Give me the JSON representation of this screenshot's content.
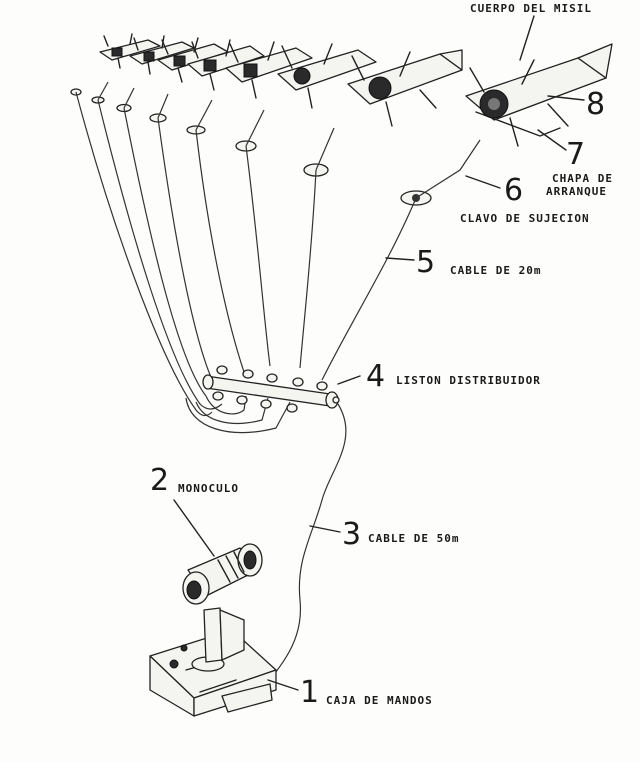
{
  "labels": {
    "cuerpo": "CUERPO DEL MISIL",
    "l1_num": "1",
    "l1_text": "CAJA DE MANDOS",
    "l2_num": "2",
    "l2_text": "MONOCULO",
    "l3_num": "3",
    "l3_text": "CABLE DE 50m",
    "l4_num": "4",
    "l4_text": "LISTON DISTRIBUIDOR",
    "l5_num": "5",
    "l5_text": "CABLE DE 20m",
    "l6_num": "6",
    "l6_text": "CLAVO DE SUJECION",
    "l7_num": "7",
    "l7_text1": "CHAPA DE",
    "l7_text2": "ARRANQUE",
    "l8_num": "8"
  }
}
